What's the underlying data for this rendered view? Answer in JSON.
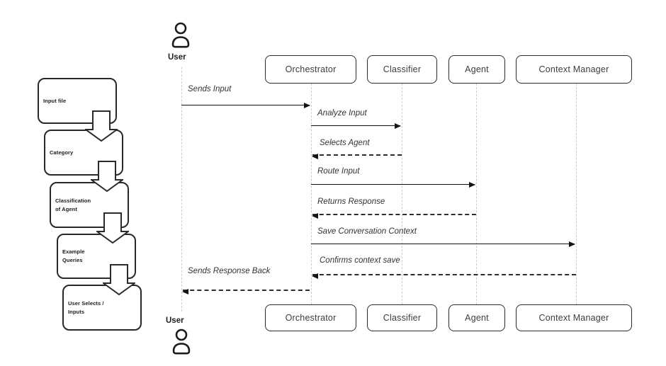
{
  "colors": {
    "background": "#ffffff",
    "line": "#141414",
    "box_border": "#2b2b2b",
    "lifeline": "#cccccc",
    "label_text": "#333333"
  },
  "flowchart": {
    "steps": [
      {
        "label": "Input file"
      },
      {
        "label": "Category"
      },
      {
        "label": "Classification\nof Agent"
      },
      {
        "label": "Example\nQueries"
      },
      {
        "label": "User Selects /\nInputs"
      }
    ]
  },
  "sequence": {
    "actor": {
      "label": "User"
    },
    "participants": [
      {
        "label": "Orchestrator"
      },
      {
        "label": "Classifier"
      },
      {
        "label": "Agent"
      },
      {
        "label": "Context Manager"
      }
    ],
    "messages": [
      {
        "label": "Sends Input",
        "from": "User",
        "to": "Orchestrator",
        "style": "solid"
      },
      {
        "label": "Analyze Input",
        "from": "Orchestrator",
        "to": "Classifier",
        "style": "solid"
      },
      {
        "label": "Selects Agent",
        "from": "Classifier",
        "to": "Orchestrator",
        "style": "dashed"
      },
      {
        "label": "Route Input",
        "from": "Orchestrator",
        "to": "Agent",
        "style": "solid"
      },
      {
        "label": "Returns Response",
        "from": "Agent",
        "to": "Orchestrator",
        "style": "dashed"
      },
      {
        "label": "Save Conversation Context",
        "from": "Orchestrator",
        "to": "Context Manager",
        "style": "solid"
      },
      {
        "label": "Confirms context save",
        "from": "Context Manager",
        "to": "Orchestrator",
        "style": "dashed"
      },
      {
        "label": "Sends Response Back",
        "from": "Orchestrator",
        "to": "User",
        "style": "dashed"
      }
    ]
  }
}
